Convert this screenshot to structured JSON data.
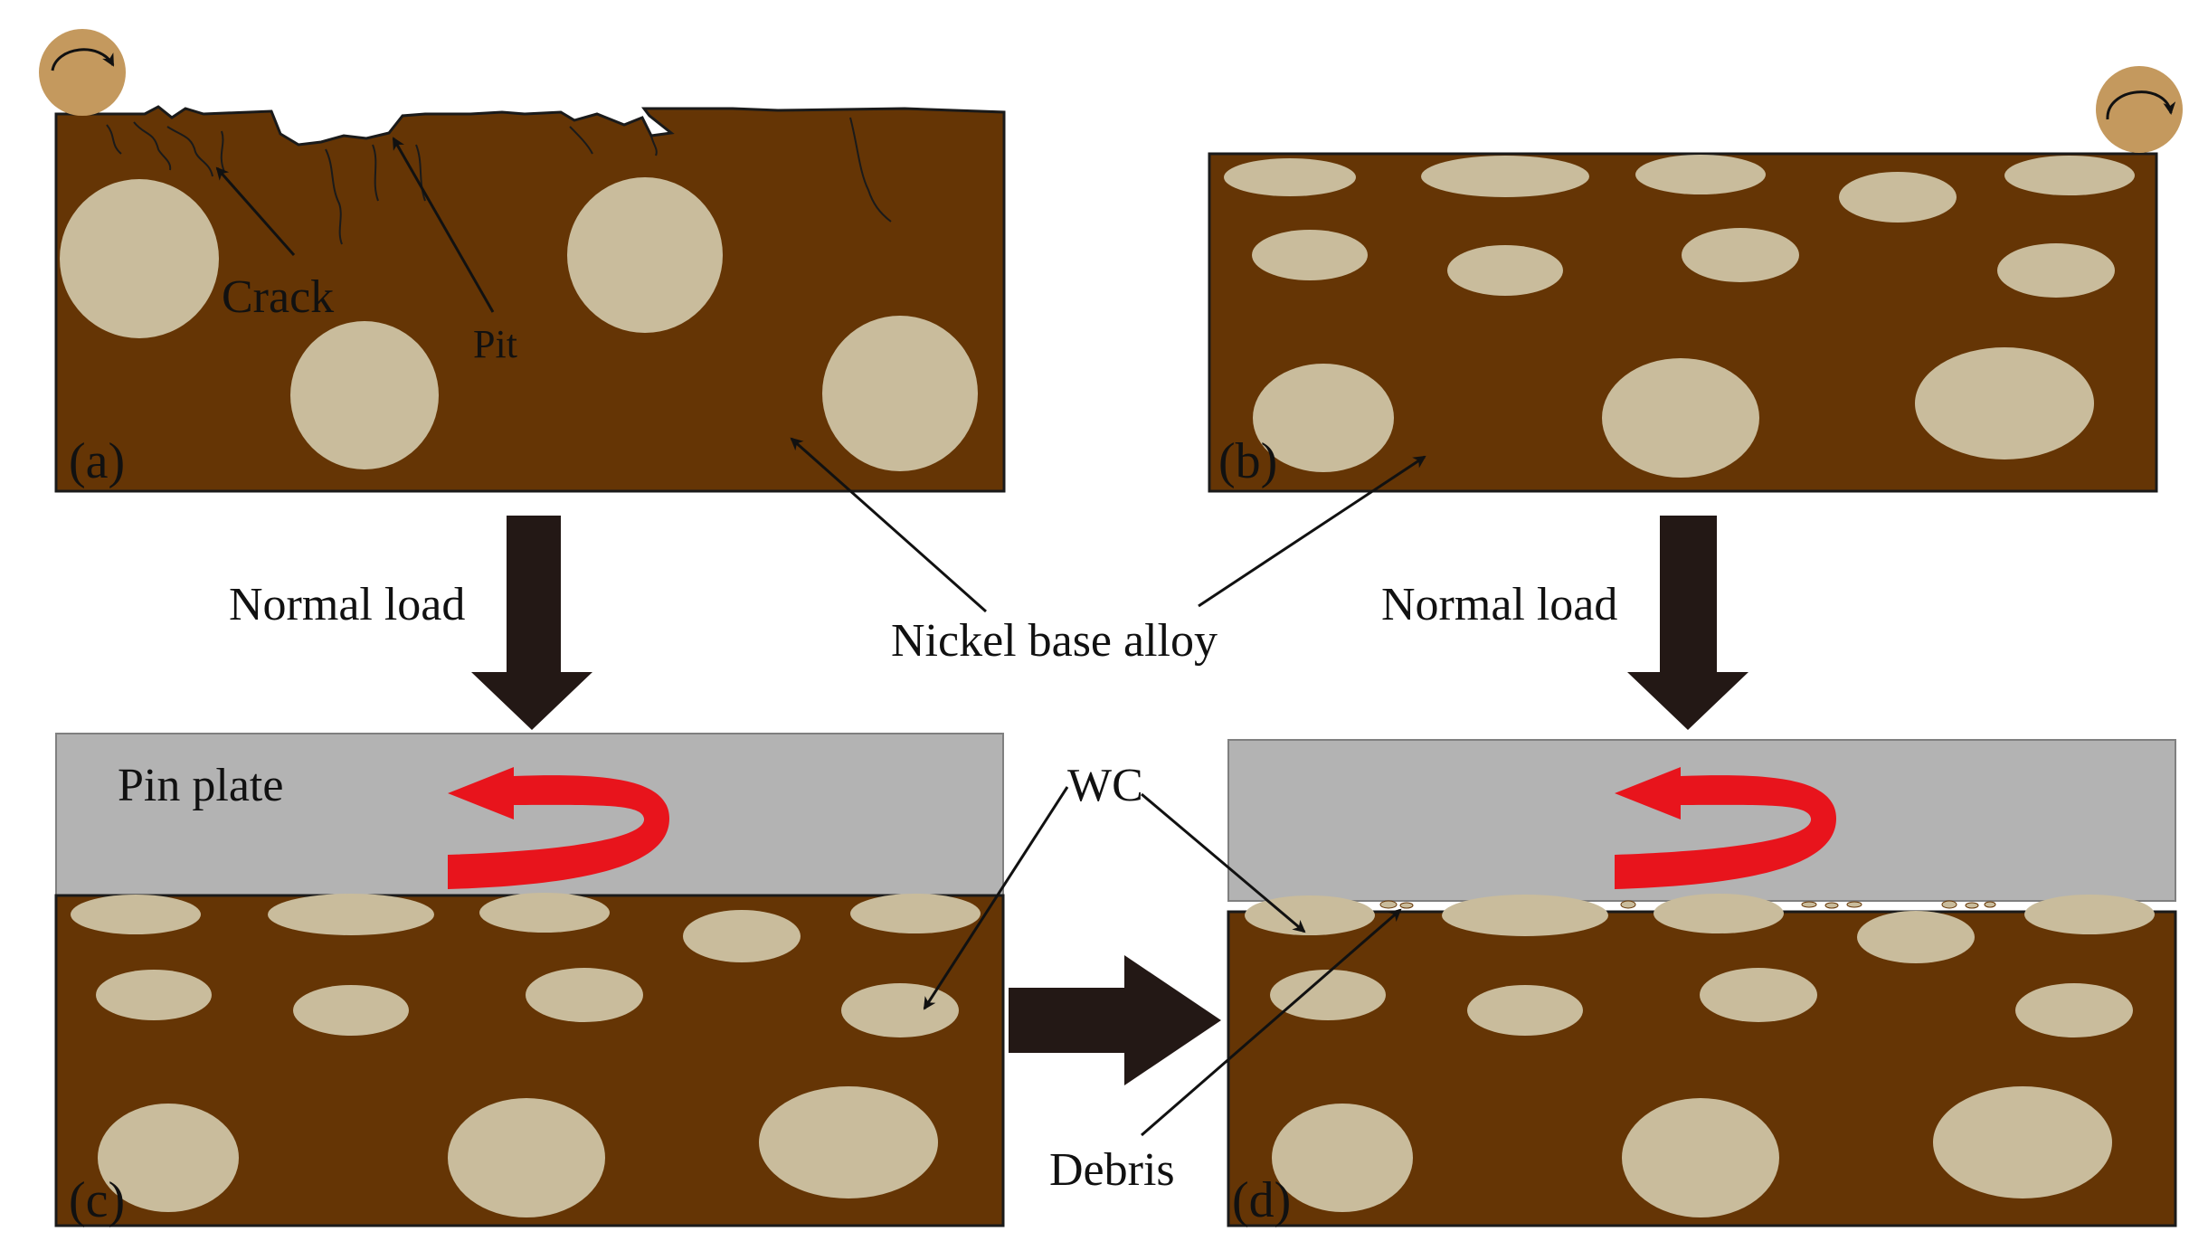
{
  "labels": {
    "crack": "Crack",
    "pit": "Pit",
    "normal_load_left": "Normal load",
    "normal_load_right": "Normal load",
    "nickel_base_alloy": "Nickel base alloy",
    "pin_plate": "Pin plate",
    "wc": "WC",
    "debris": "Debris"
  },
  "panels": {
    "a": "(a)",
    "b": "(b)",
    "c": "(c)",
    "d": "(d)"
  },
  "colors": {
    "alloy": "#653505",
    "particle": "#c9bc9c",
    "pin_plate": "#b3b3b3",
    "ball": "#c4995e",
    "rotation_arrow": "#e8141c",
    "load_arrow": "#231815",
    "outline": "#1a1a1a"
  },
  "icons": {
    "ball_a": "rotating-ball-icon",
    "ball_b": "rotating-ball-icon",
    "load_arrow": "down-arrow-icon",
    "transition_arrow": "right-arrow-icon",
    "rotation": "curved-arrow-icon"
  }
}
